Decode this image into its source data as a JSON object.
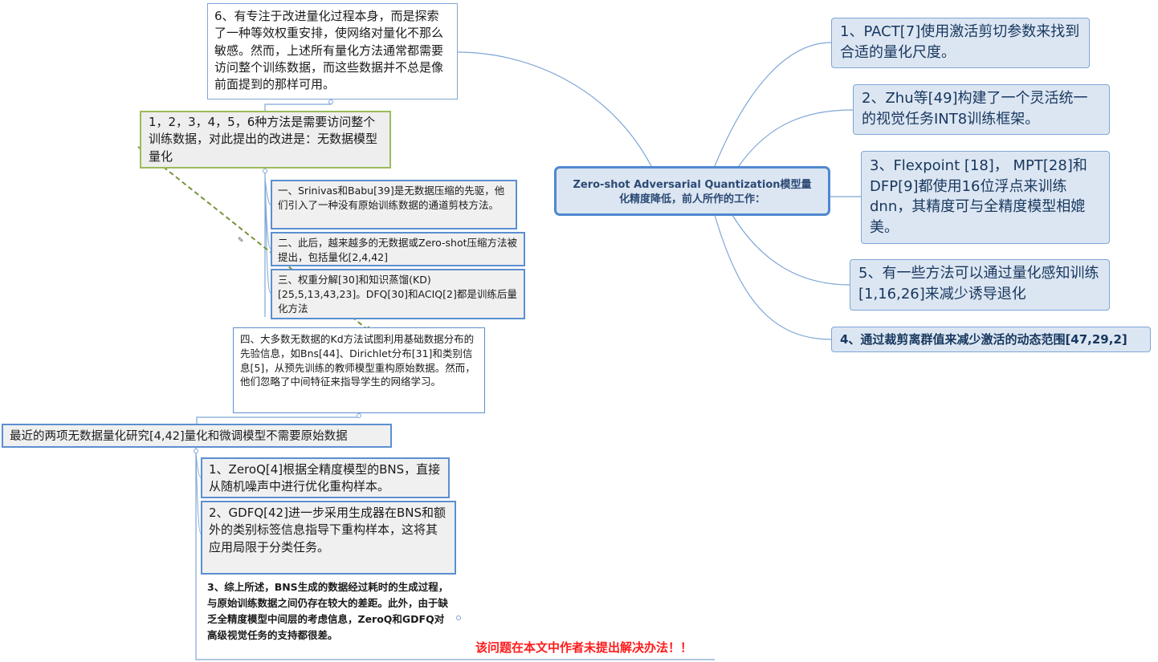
{
  "central": {
    "title": "Zero-shot Adversarial Quantization模型量化精度降低，前人所作的工作："
  },
  "right_branches": [
    {
      "id": "pact",
      "text": "1、PACT[7]使用激活剪切参数来找到合适的量化尺度。"
    },
    {
      "id": "zhu",
      "text": "2、Zhu等[49]构建了一个灵活统一的视觉任务INT8训练框架。"
    },
    {
      "id": "flexpoint",
      "text": "3、Flexpoint [18]， MPT[28]和DFP[9]都使用16位浮点来训练dnn，其精度可与全精度模型相媲美。"
    },
    {
      "id": "qat",
      "text": "5、有一些方法可以通过量化感知训练[1,16,26]来减少诱导退化"
    },
    {
      "id": "clip",
      "text": "4、通过裁剪离群值来减少激活的动态范围[47,29,2]"
    }
  ],
  "left_branch": {
    "top_node": "6、有专注于改进量化过程本身，而是探索了一种等效权重安排，使网络对量化不那么敏感。然而，上述所有量化方法通常都需要访问整个训练数据，而这些数据并不总是像前面提到的那样可用。",
    "summary_node": "1，2，3，4，5，6种方法是需要访问整个训练数据，对此提出的改进是：无数据模型量化",
    "sub_items": [
      "一、Srinivas和Babu[39]是无数据压缩的先驱，他们引入了一种没有原始训练数据的通道剪枝方法。",
      "二、此后，越来越多的无数据或Zero-shot压缩方法被提出，包括量化[2,4,42]",
      "三、权重分解[30]和知识蒸馏(KD)[25,5,13,43,23]。DFQ[30]和ACIQ[2]都是训练后量化方法"
    ],
    "kd_node": "四、大多数无数据的Kd方法试图利用基础数据分布的先验信息，如Bns[44]、Dirichlet分布[31]和类别信息[5]，从预先训练的教师模型重构原始数据。然而，他们忽略了中间特征来指导学生的网络学习。",
    "recent_node": "最近的两项无数据量化研究[4,42]量化和微调模型不需要原始数据",
    "recent_children": [
      "1、ZeroQ[4]根据全精度模型的BNS，直接从随机噪声中进行优化重构样本。",
      "2、GDFQ[42]进一步采用生成器在BNS和额外的类别标签信息指导下重构样本，这将其应用局限于分类任务。",
      "3、综上所述，BNS生成的数据经过耗时的生成过程，与原始训练数据之间仍存在较大的差距。此外，由于缺乏全精度模型中间层的考虑信息，ZeroQ和GDFQ对高级视觉任务的支持都很差。"
    ],
    "red_note": "该问题在本文中作者未提出解决办法！！"
  },
  "icons": {
    "note": "✎"
  },
  "colors": {
    "connector": "#7ea6d6",
    "central_border": "#4f88d0",
    "right_fill": "#dce6f2",
    "green_border": "#9bbb59",
    "relation_arrow": "#77933c",
    "red_note": "#ff1a1a"
  }
}
